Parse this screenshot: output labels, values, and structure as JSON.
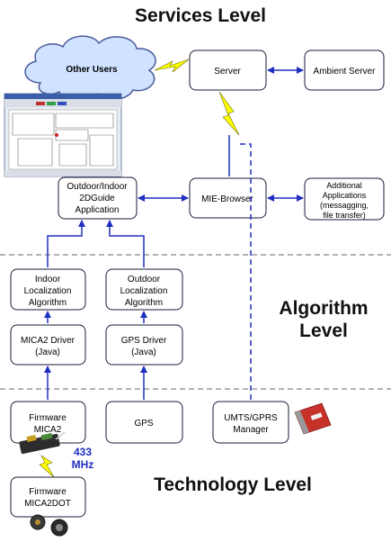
{
  "levels": {
    "services": "Services Level",
    "algorithm_line1": "Algorithm",
    "algorithm_line2": "Level",
    "technology": "Technology Level"
  },
  "nodes": {
    "other_users": "Other Users",
    "server": "Server",
    "ambient_server": "Ambient Server",
    "guide_app": [
      "Outdoor/Indoor",
      "2DGuide",
      "Application"
    ],
    "mie_browser": "MIE-Browser",
    "additional_apps": [
      "Additional",
      "Applications",
      "(messagging,",
      "file transfer)"
    ],
    "indoor_loc": [
      "Indoor",
      "Localization",
      "Algorithm"
    ],
    "outdoor_loc": [
      "Outdoor",
      "Localization",
      "Algorithm"
    ],
    "mica2_driver": [
      "MICA2 Driver",
      "(Java)"
    ],
    "gps_driver": [
      "GPS Driver",
      "(Java)"
    ],
    "firmware_mica2": [
      "Firmware",
      "MICA2"
    ],
    "gps": "GPS",
    "umts_manager": [
      "UMTS/GPRS",
      "Manager"
    ],
    "firmware_mica2dot": [
      "Firmware",
      "MICA2DOT"
    ]
  },
  "radio_label": [
    "433",
    "MHz"
  ],
  "colors": {
    "arrow": "#1f2fc0",
    "dashed_separator": "#9a9a9a",
    "lightning": "#ffff00",
    "cloud_fill": "#cfe2ff",
    "box_border": "#1a1a3a",
    "radio_label": "#1f2fc0"
  }
}
